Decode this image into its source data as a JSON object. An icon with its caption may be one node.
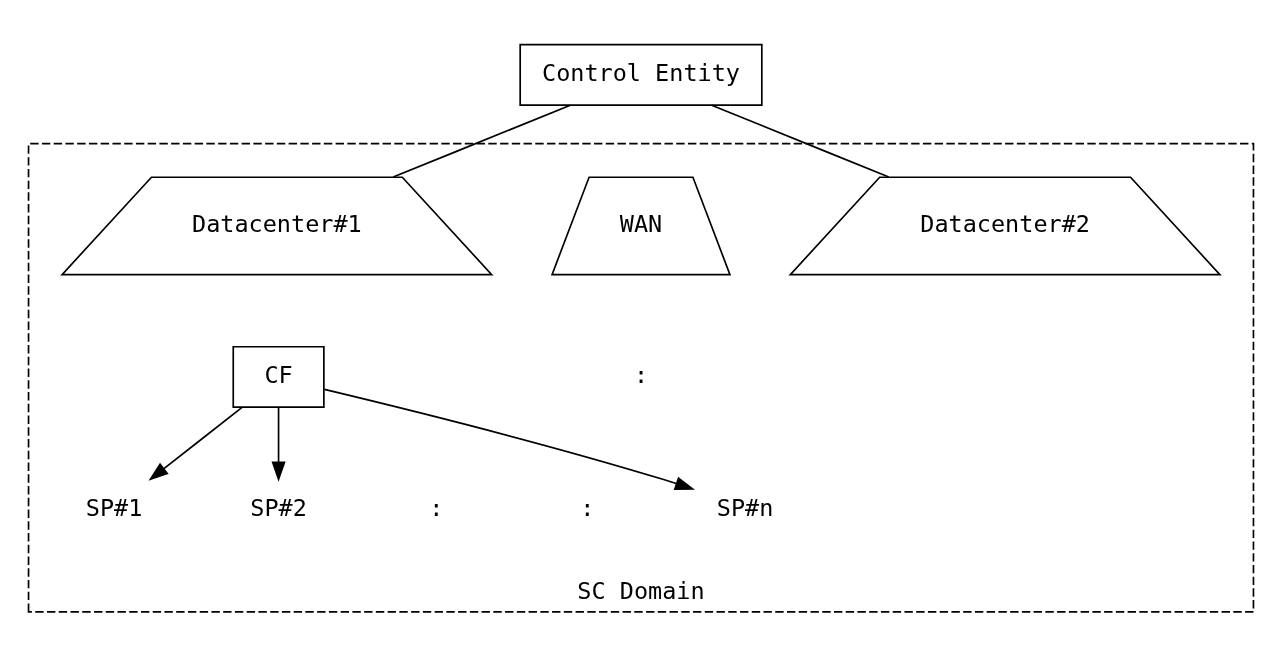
{
  "diagram": {
    "nodes": [
      {
        "text": [
          "Control Entity"
        ]
      },
      {
        "text": [
          "SC Domain"
        ]
      },
      {
        "text": [
          "Datacenter#1"
        ],
        "in": 1
      },
      {
        "text": [
          "WAN"
        ],
        "in": 1
      },
      {
        "text": [
          "Datacenter#2"
        ],
        "in": 1
      },
      {
        "text": [
          "CF"
        ],
        "in": 1
      },
      {
        "text": [
          "SP#1"
        ],
        "in": 1
      },
      {
        "text": [
          "SP#2"
        ],
        "in": 1
      },
      {
        "text": [
          "SP#n"
        ],
        "in": 1
      }
    ],
    "edges": [
      {
        "from": 0,
        "to": 2,
        "arrow": "none"
      },
      {
        "from": 0,
        "to": 4,
        "arrow": "none"
      },
      {
        "from": 5,
        "to": 6,
        "arrow": "to"
      },
      {
        "from": 5,
        "to": 7,
        "arrow": "to"
      },
      {
        "from": 5,
        "to": 8,
        "arrow": "to"
      }
    ],
    "labels": [
      ":",
      ":",
      ":"
    ]
  }
}
